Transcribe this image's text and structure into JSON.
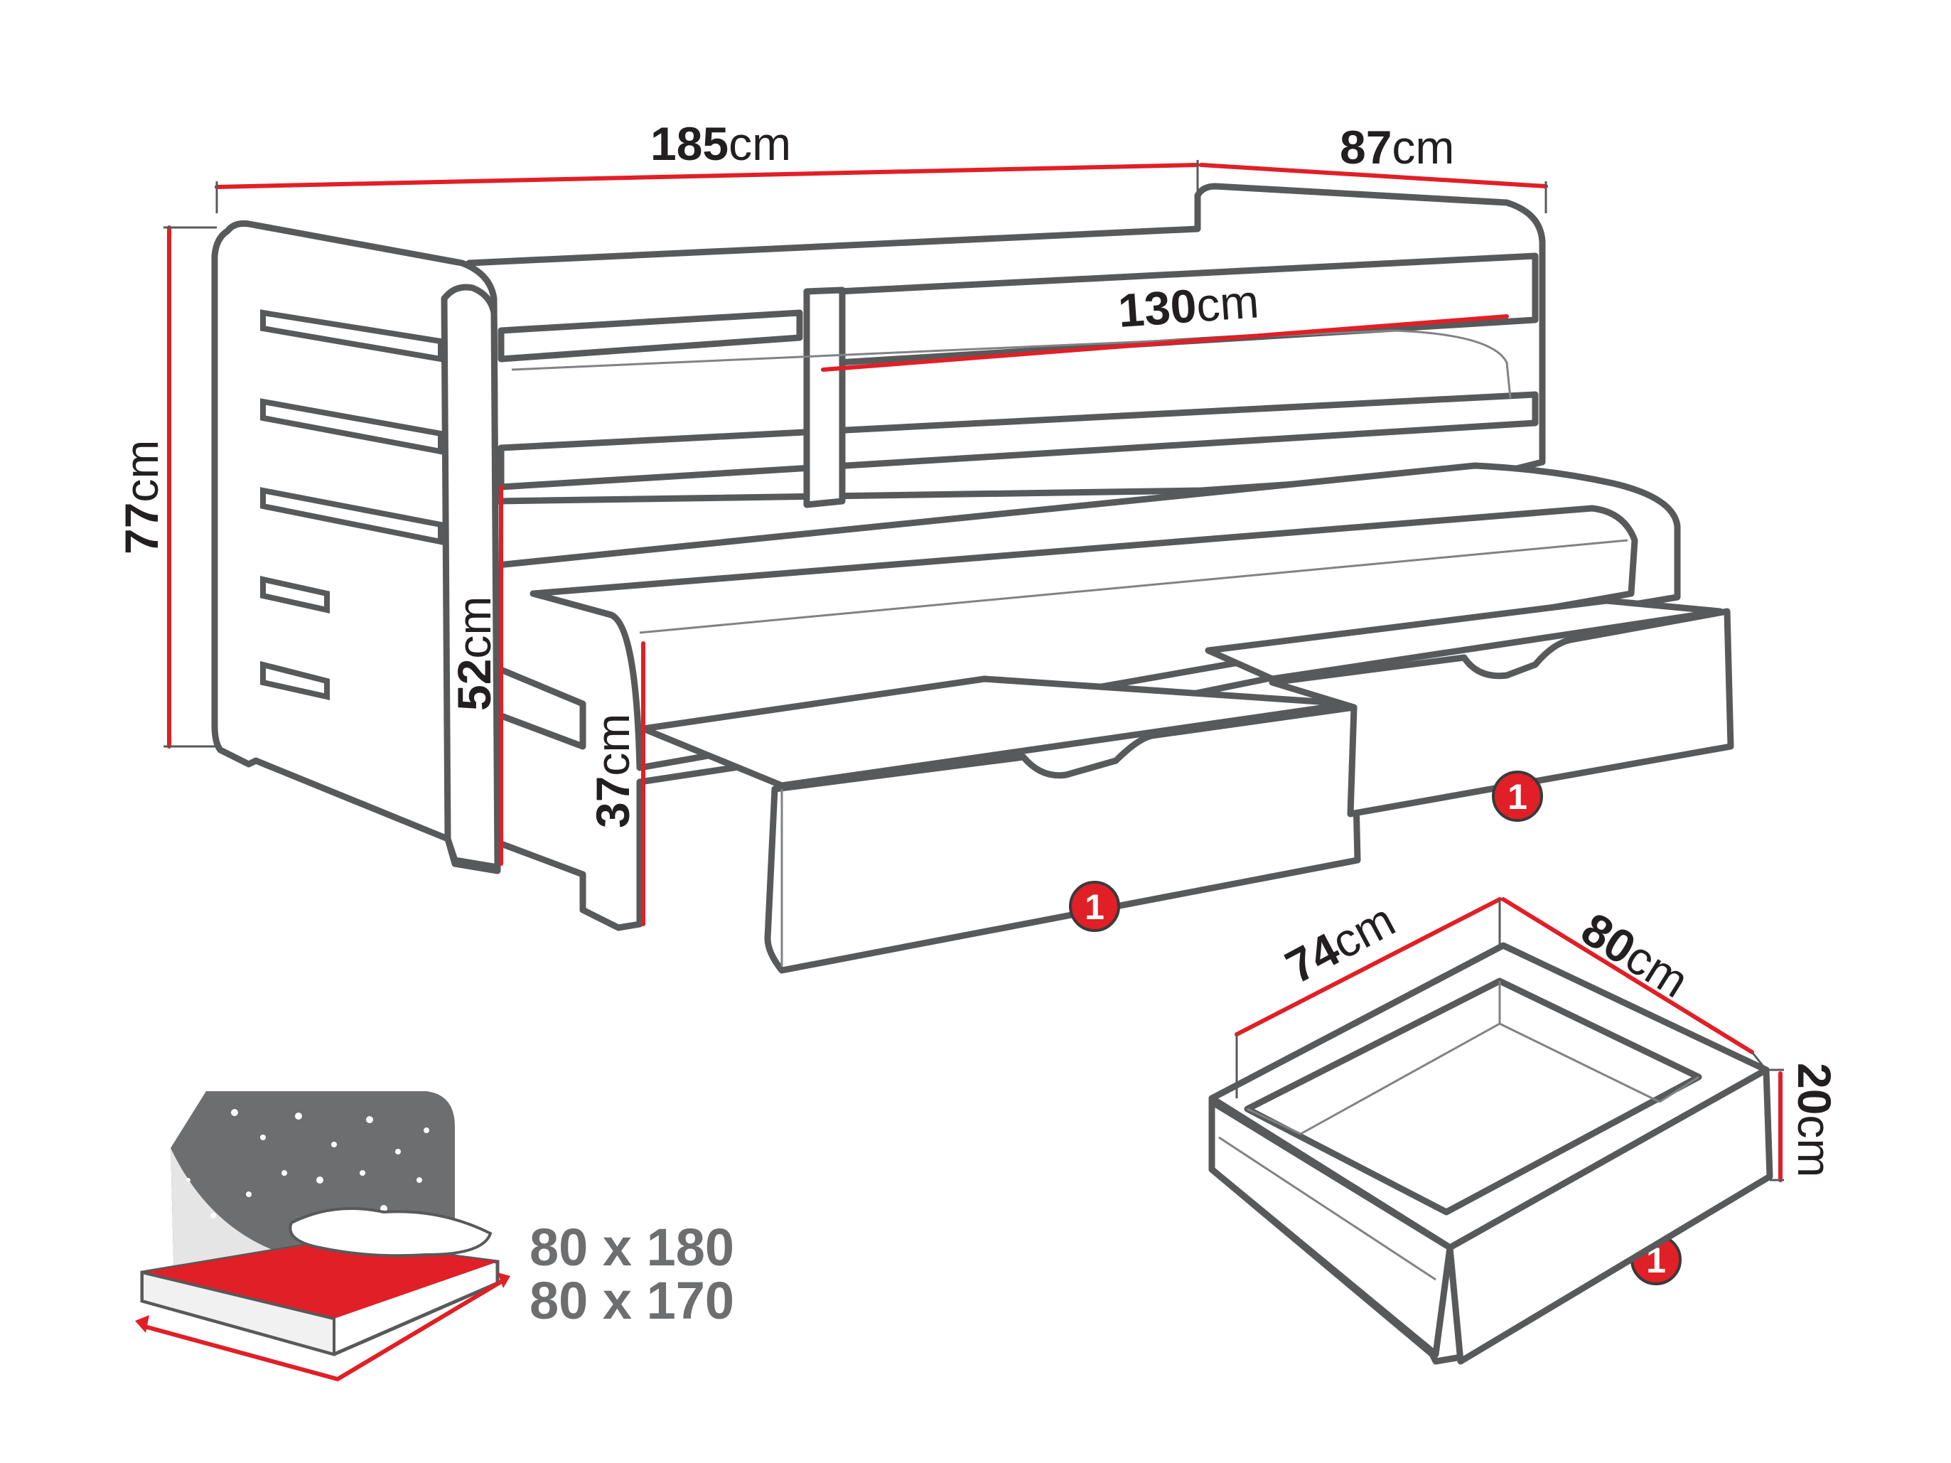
{
  "dimensions": {
    "length": {
      "value": "185",
      "unit": "cm"
    },
    "depth": {
      "value": "87",
      "unit": "cm"
    },
    "height": {
      "value": "77",
      "unit": "cm"
    },
    "guard": {
      "value": "130",
      "unit": "cm"
    },
    "top_bed_height": {
      "value": "52",
      "unit": "cm"
    },
    "pull_out_height": {
      "value": "37",
      "unit": "cm"
    }
  },
  "drawer": {
    "width": {
      "value": "74",
      "unit": "cm"
    },
    "length": {
      "value": "80",
      "unit": "cm"
    },
    "height": {
      "value": "20",
      "unit": "cm"
    }
  },
  "badges": [
    "1",
    "1",
    "1"
  ],
  "mattress_sizes": [
    "80 x 180",
    "80 x 170"
  ],
  "colors": {
    "accent": "#e11f26",
    "line": "#58595b",
    "text": "#231f20",
    "mattress_text": "#6d6e70",
    "night_bg": "#6d6e70"
  }
}
